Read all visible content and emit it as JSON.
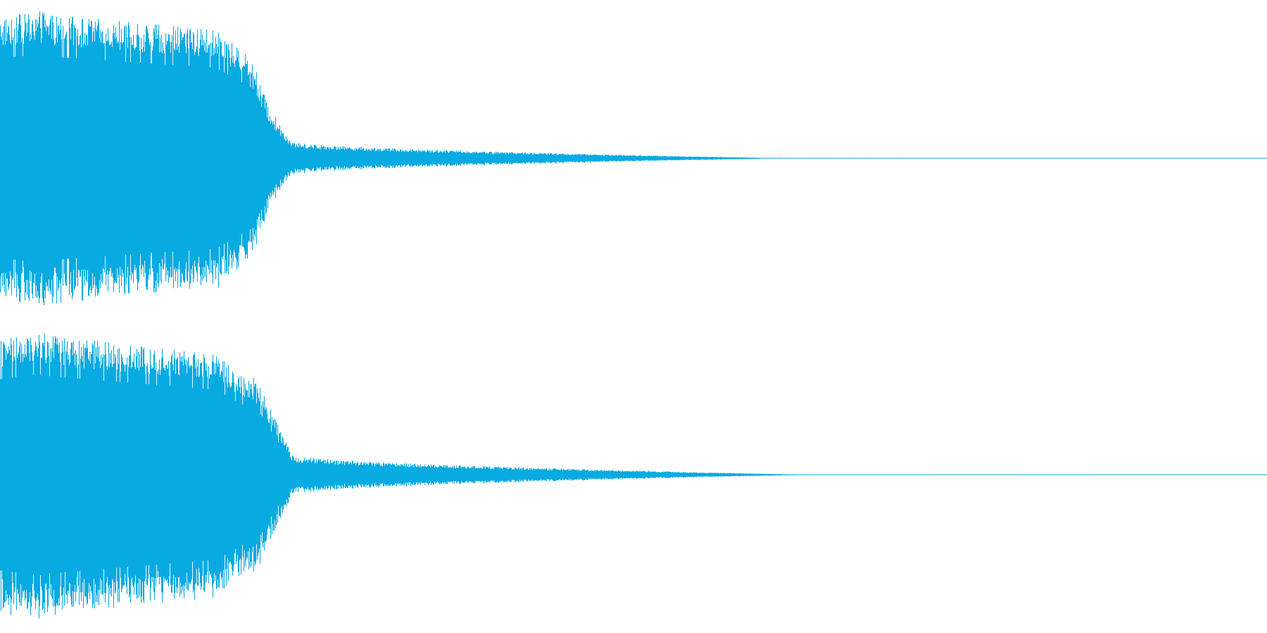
{
  "waveform": {
    "color": "#08aae2",
    "background": "#ffffff",
    "channels": [
      {
        "name": "left",
        "envelope_segments": [
          {
            "t_start": 0.0,
            "t_end": 0.035,
            "peak_from": 0.94,
            "peak_to": 0.98
          },
          {
            "t_start": 0.035,
            "t_end": 0.17,
            "peak_from": 0.96,
            "peak_to": 0.85
          },
          {
            "t_start": 0.17,
            "t_end": 0.2,
            "peak_from": 0.85,
            "peak_to": 0.65
          },
          {
            "t_start": 0.2,
            "t_end": 0.23,
            "peak_from": 0.65,
            "peak_to": 0.1
          },
          {
            "t_start": 0.23,
            "t_end": 0.6,
            "peak_from": 0.1,
            "peak_to": 0.003
          },
          {
            "t_start": 0.6,
            "t_end": 1.0,
            "peak_from": 0.003,
            "peak_to": 0.0
          }
        ]
      },
      {
        "name": "right",
        "envelope_segments": [
          {
            "t_start": 0.0,
            "t_end": 0.035,
            "peak_from": 0.9,
            "peak_to": 0.95
          },
          {
            "t_start": 0.035,
            "t_end": 0.17,
            "peak_from": 0.93,
            "peak_to": 0.8
          },
          {
            "t_start": 0.17,
            "t_end": 0.2,
            "peak_from": 0.8,
            "peak_to": 0.6
          },
          {
            "t_start": 0.2,
            "t_end": 0.23,
            "peak_from": 0.6,
            "peak_to": 0.12
          },
          {
            "t_start": 0.23,
            "t_end": 0.62,
            "peak_from": 0.12,
            "peak_to": 0.003
          },
          {
            "t_start": 0.62,
            "t_end": 1.0,
            "peak_from": 0.003,
            "peak_to": 0.0
          }
        ]
      }
    ]
  }
}
